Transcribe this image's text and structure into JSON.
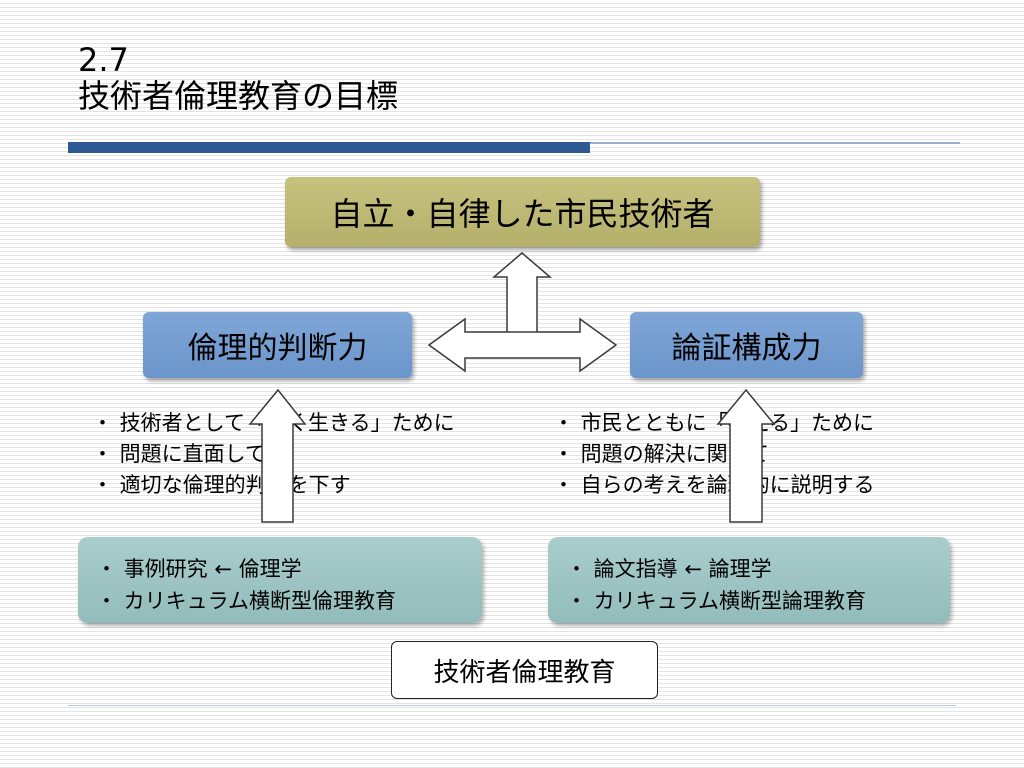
{
  "slide": {
    "number": "2.7",
    "title": "技術者倫理教育の目標"
  },
  "diagram": {
    "top_box": "自立・自律した市民技術者",
    "left_box": "倫理的判断力",
    "right_box": "論証構成力",
    "left_points": [
      "・ 技術者として「善く生きる」ために",
      "・ 問題に直面して",
      "・ 適切な倫理的判断を下す"
    ],
    "right_points": [
      "・ 市民とともに「考える」ために",
      "・ 問題の解決に関して",
      "・ 自らの考えを論理的に説明する"
    ],
    "left_methods": [
      "・ 事例研究 ← 倫理学",
      "・ カリキュラム横断型倫理教育"
    ],
    "right_methods": [
      "・ 論文指導 ← 論理学",
      "・ カリキュラム横断型論理教育"
    ],
    "bottom_box": "技術者倫理教育"
  }
}
